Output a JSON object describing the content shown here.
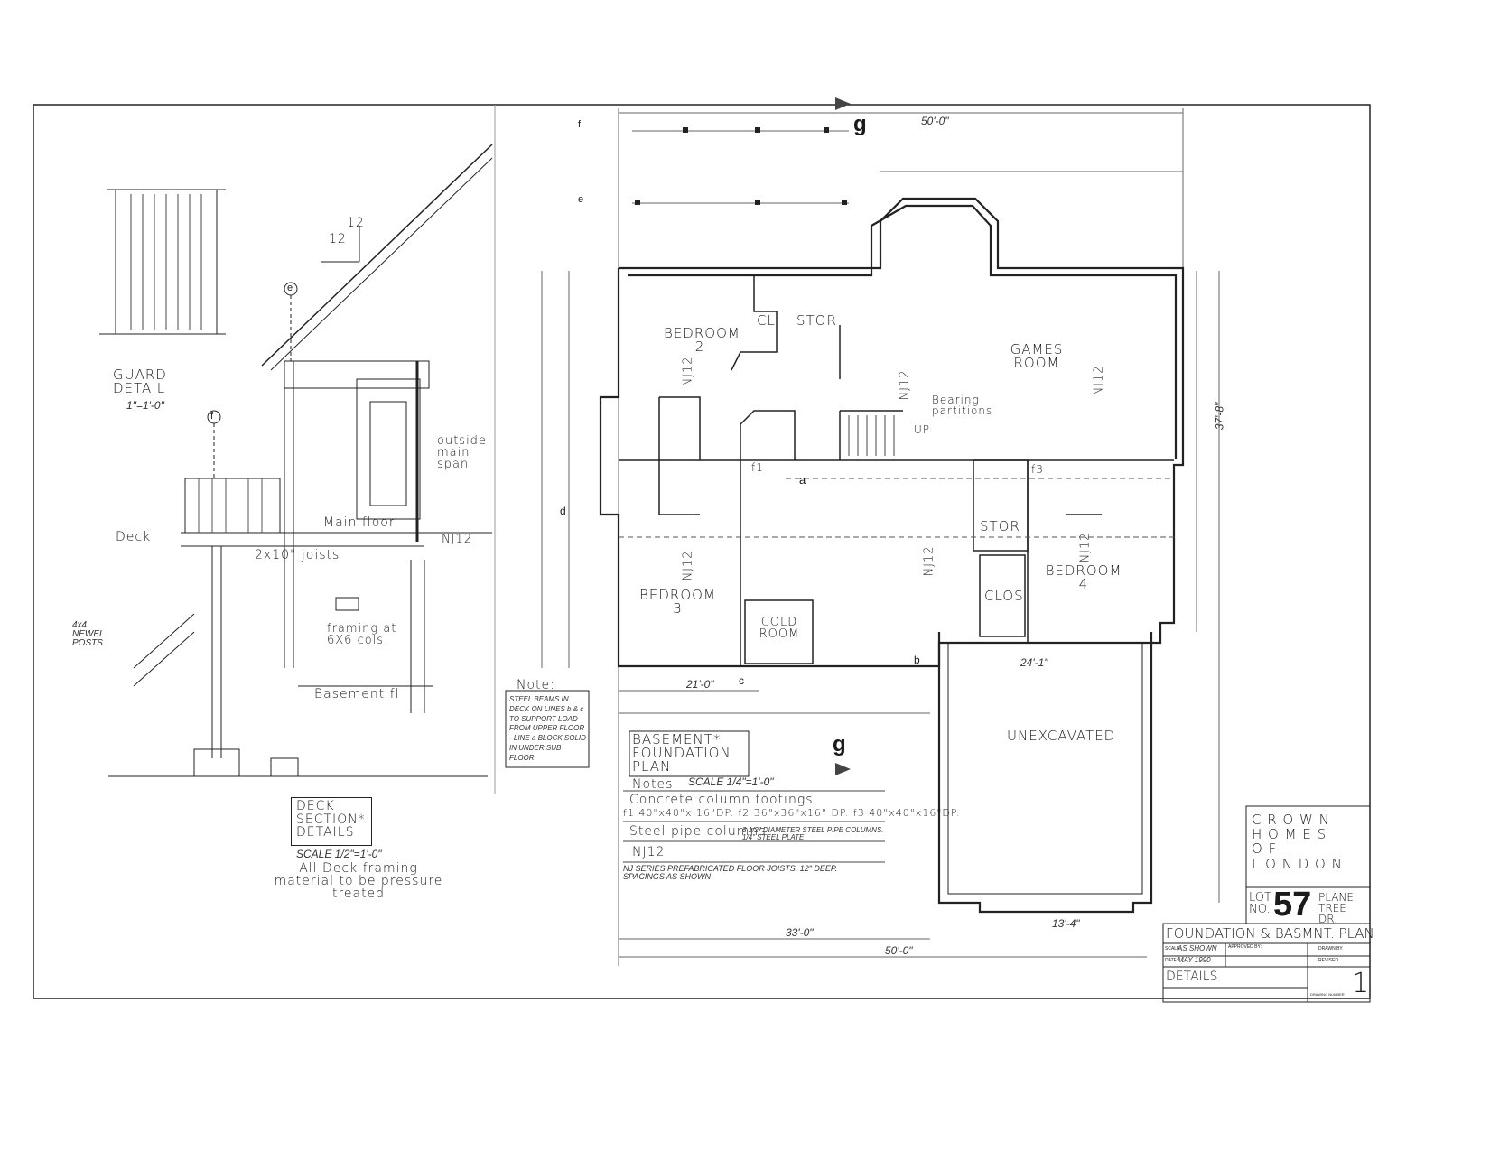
{
  "section_markers": {
    "g_top": "g",
    "g_bottom": "g",
    "e": "e",
    "f": "f",
    "f_deck": "f",
    "e_roof": "e",
    "a": "a",
    "b": "b",
    "c": "c",
    "d": "d"
  },
  "guard_detail": {
    "title": "GUARD DETAIL",
    "scale": "1\"=1'-0\""
  },
  "roof_pitch": {
    "rise": "12",
    "run": "12"
  },
  "deck_section": {
    "labels": {
      "deck": "Deck",
      "main_floor": "Main floor",
      "joists": "2x10\" joists",
      "nj12": "NJ12",
      "outside_span": "outside main span",
      "framing": "framing at 6X6 cols.",
      "basement": "Basement fl",
      "newel": "4x4 NEWEL POSTS"
    },
    "title": "DECK SECTION* DETAILS",
    "scale": "SCALE 1/2\"=1'-0\"",
    "note": "All Deck framing material to be pressure treated"
  },
  "note_box": {
    "title": "Note:",
    "text": "STEEL BEAMS IN DECK ON LINES b & c TO SUPPORT LOAD FROM UPPER FLOOR - LINE a BLOCK SOLID IN UNDER SUB FLOOR"
  },
  "plan": {
    "rooms": [
      {
        "name": "BEDROOM 2"
      },
      {
        "name": "CL"
      },
      {
        "name": "STOR"
      },
      {
        "name": "GAMES ROOM"
      },
      {
        "name": "BEDROOM 3"
      },
      {
        "name": "COLD ROOM"
      },
      {
        "name": "STOR"
      },
      {
        "name": "CLOS"
      },
      {
        "name": "BEDROOM 4"
      },
      {
        "name": "UNEXCAVATED"
      }
    ],
    "joists": [
      "NJ12",
      "NJ12",
      "NJ12",
      "NJ12",
      "NJ12",
      "NJ12"
    ],
    "annotations": {
      "bearing": "Bearing partitions",
      "up": "UP",
      "f1": "f1",
      "f3": "f3",
      "dim_overall": "50'-0\"",
      "dim_33": "33'-0\"",
      "dim_21": "21'-0\"",
      "dim_134": "13'-4\"",
      "dim_241": "24'-1\"",
      "dim_37": "37'-8\""
    }
  },
  "plan_notes": {
    "title": "BASEMENT* FOUNDATION PLAN",
    "notes_label": "Notes",
    "scale": "SCALE 1/4\"=1'-0\"",
    "footings_label": "Concrete column footings",
    "footings": "f1 40\"x40\"x 16\"DP.  f2 36\"x36\"x16\" DP.  f3 40\"x40\"x16\"DP.",
    "columns_label": "Steel pipe columns",
    "columns": "3 1/2\" DIAMETER STEEL PIPE COLUMNS. 1/4\" STEEL PLATE",
    "nj12_label": "NJ12",
    "nj12": "NJ SERIES PREFABRICATED FLOOR JOISTS. 12\" DEEP. SPACINGS AS SHOWN"
  },
  "title_block": {
    "company": [
      "C R O W N",
      "H O M E S",
      "O F",
      "L O N D O N"
    ],
    "lot_label": "LOT NO.",
    "lot_number": "57",
    "street": "PLANE TREE DR.",
    "drawing_title": "FOUNDATION & BASMNT. PLAN",
    "scale_label": "SCALE:",
    "scale_value": "AS SHOWN",
    "approved_label": "APPROVED BY:",
    "drawn_label": "DRAWN BY",
    "date_label": "DATE:",
    "date_value": "MAY 1990",
    "revised_label": "REVISED",
    "details": "DETAILS",
    "drawing_number_label": "DRAWING NUMBER",
    "drawing_number": "1"
  }
}
